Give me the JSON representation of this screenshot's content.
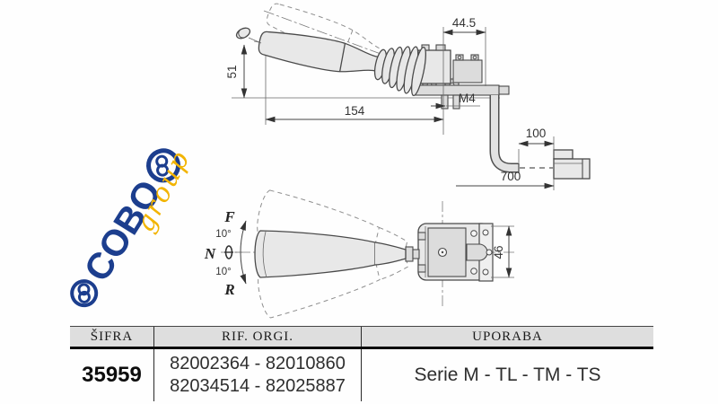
{
  "side_view": {
    "dim_top": "44.5",
    "dim_knob": "51",
    "dim_lever": "154",
    "thread": "M4",
    "dim_gap": "100",
    "dim_cable": "700"
  },
  "top_view": {
    "forward": "F",
    "neutral": "N",
    "reverse": "R",
    "angle_up": "10°",
    "angle_down": "10°",
    "dim_height": "46"
  },
  "logo": {
    "brand": "COBO",
    "sub": "group"
  },
  "table": {
    "headers": [
      "ŠIFRA",
      "RIF. ORGI.",
      "UPORABA"
    ],
    "row": {
      "code": "35959",
      "ref_line1": "82002364 - 82010860",
      "ref_line2": "82034514 - 82025887",
      "usage": "Serie M - TL - TM - TS"
    }
  },
  "colors": {
    "logo_blue": "#1c3e8e",
    "logo_yellow": "#f2b400",
    "header_bg": "#dedede",
    "line": "#4a4a4a"
  }
}
